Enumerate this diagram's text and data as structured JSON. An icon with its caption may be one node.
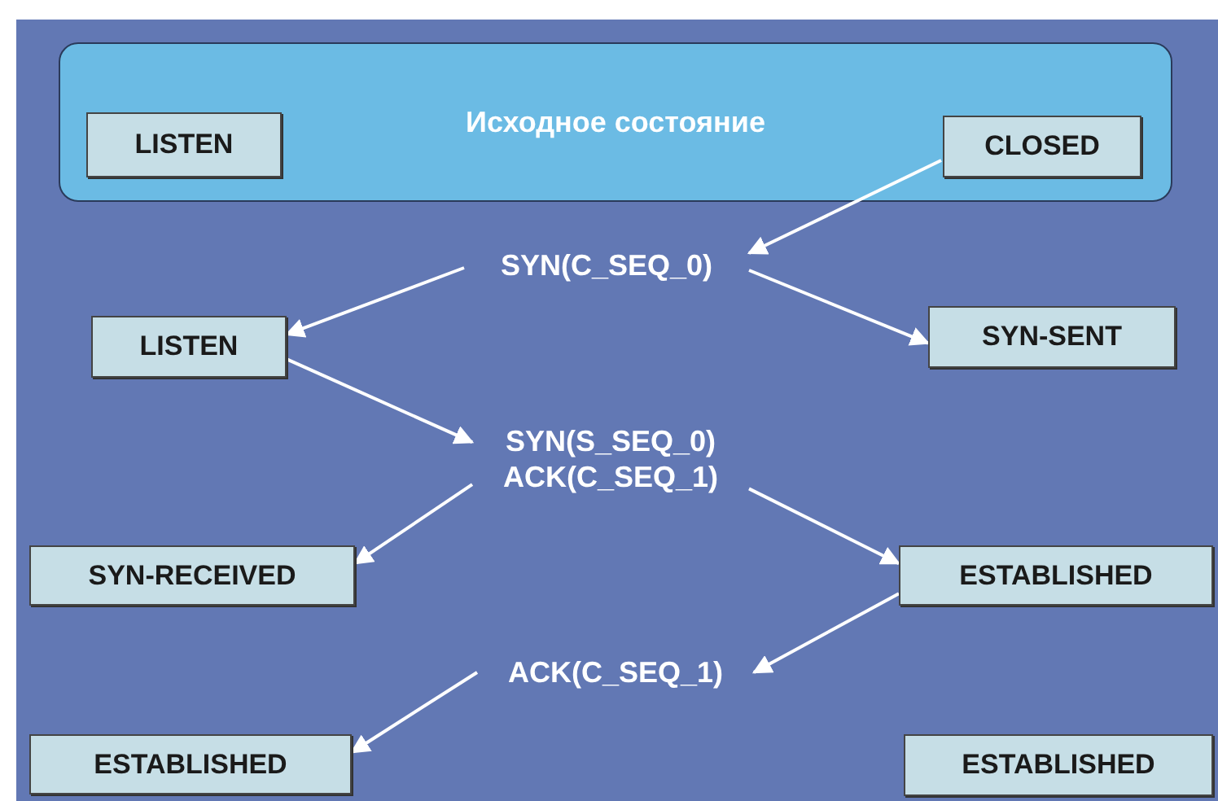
{
  "diagram": {
    "nodes": [
      {
        "text": [
          "Исходное состояние"
        ]
      },
      {
        "text": [
          "LISTEN"
        ],
        "in": 0
      },
      {
        "text": [
          "CLOSED"
        ],
        "in": 0
      },
      {
        "text": [
          "SYN(C_SEQ_0)"
        ]
      },
      {
        "text": [
          "LISTEN"
        ]
      },
      {
        "text": [
          "SYN-SENT"
        ]
      },
      {
        "text": [
          "SYN(S_SEQ_0) ACK(C_SEQ_1)"
        ]
      },
      {
        "text": [
          "SYN-RECEIVED"
        ]
      },
      {
        "text": [
          "ESTABLISHED"
        ]
      },
      {
        "text": [
          "ACK(C_SEQ_1)"
        ]
      },
      {
        "text": [
          "ESTABLISHED"
        ]
      },
      {
        "text": [
          "ESTABLISHED"
        ]
      }
    ],
    "edges": [
      {
        "from": 2,
        "to": 3,
        "arrow": "to"
      },
      {
        "from": 3,
        "to": 4,
        "arrow": "to"
      },
      {
        "from": 3,
        "to": 5,
        "arrow": "to"
      },
      {
        "from": 4,
        "to": 6,
        "arrow": "to"
      },
      {
        "from": 6,
        "to": 7,
        "arrow": "to"
      },
      {
        "from": 6,
        "to": 8,
        "arrow": "to"
      },
      {
        "from": 8,
        "to": 9,
        "arrow": "to"
      },
      {
        "from": 9,
        "to": 10,
        "arrow": "to"
      }
    ]
  }
}
